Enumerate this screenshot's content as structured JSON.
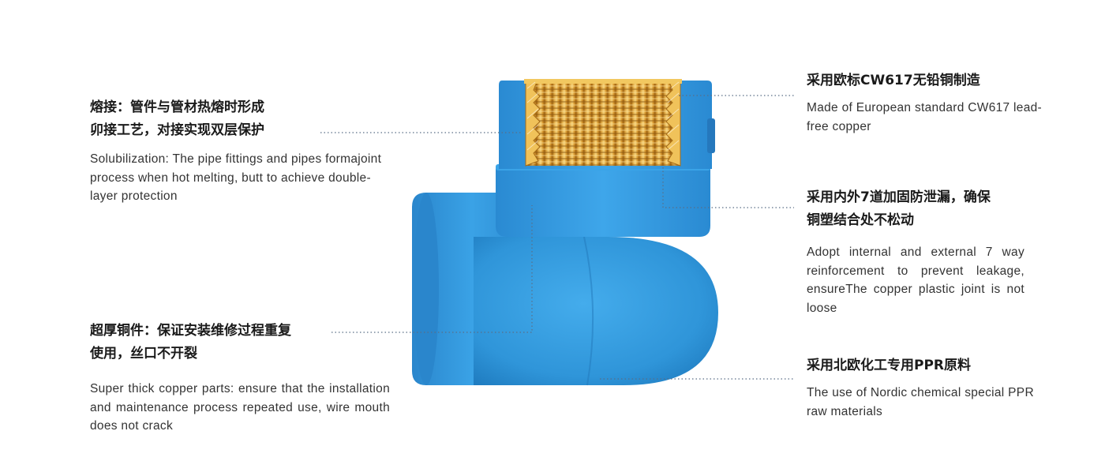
{
  "callouts": {
    "hot_melt": {
      "zh_line1": "熔接：管件与管材热熔时形成",
      "zh_line2": "卯接工艺，对接实现双层保护",
      "en": "Solubilization: The pipe fittings and pipes formajoint process when hot melting, butt to achieve double-layer protection"
    },
    "thick_copper": {
      "zh_line1": "超厚铜件：保证安装维修过程重复",
      "zh_line2": "使用，丝口不开裂",
      "en": "Super thick copper parts: ensure that the installation and maintenance process repeated use, wire mouth does not crack"
    },
    "lead_free": {
      "zh_line1": "采用欧标CW617无铅铜制造",
      "en": "Made of European standard CW617 lead-free copper"
    },
    "reinforcement": {
      "zh_line1": "采用内外7道加固防泄漏，确保",
      "zh_line2": "铜塑结合处不松动",
      "en": "Adopt internal and external 7 way reinforcement to prevent leakage, ensureThe copper plastic joint is not loose"
    },
    "ppr": {
      "zh_line1": "采用北欧化工专用PPR原料",
      "en": "The use of Nordic chemical special PPR raw materials"
    }
  },
  "colors": {
    "pipe_blue": "#2f95d9",
    "pipe_blue_dark": "#1f7cc0",
    "copper": "#d89a2c",
    "leader_line": "#5a6e86"
  }
}
